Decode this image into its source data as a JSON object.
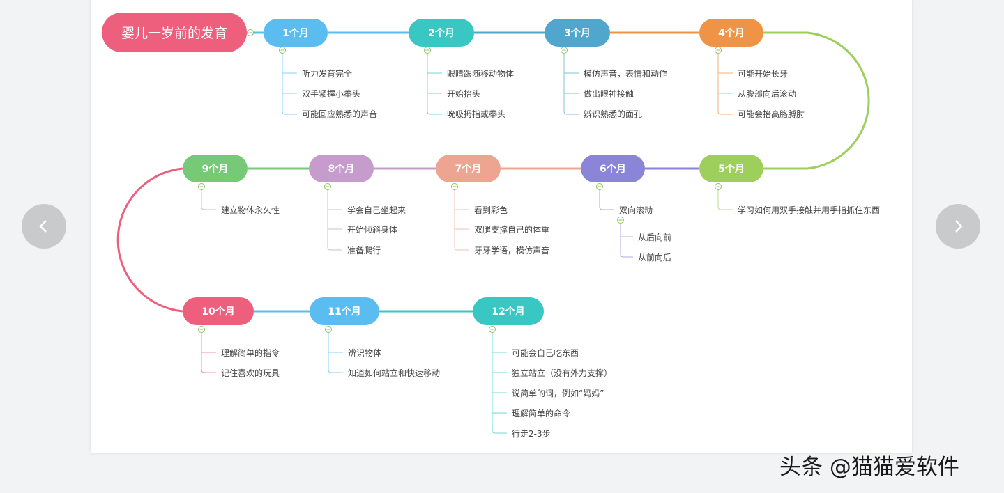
{
  "title": "婴儿一岁前的发育",
  "colors": {
    "title": "#ee5e7d"
  },
  "months": [
    {
      "label": "1个月",
      "color": "#5bbcf0",
      "items": [
        "听力发育完全",
        "双手紧握小拳头",
        "可能回应熟悉的声音"
      ]
    },
    {
      "label": "2个月",
      "color": "#38c7c2",
      "items": [
        "眼睛跟随移动物体",
        "开始抬头",
        "吮吸拇指或拳头"
      ]
    },
    {
      "label": "3个月",
      "color": "#50a6cc",
      "items": [
        "模仿声音，表情和动作",
        "做出眼神接触",
        "辨识熟悉的面孔"
      ]
    },
    {
      "label": "4个月",
      "color": "#ef9447",
      "items": [
        "可能开始长牙",
        "从腹部向后滚动",
        "可能会抬高胳膊肘"
      ]
    },
    {
      "label": "5个月",
      "color": "#9ecf5d",
      "items": [
        "学习如何用双手接触并用手指抓住东西"
      ]
    },
    {
      "label": "6个月",
      "color": "#8a85d8",
      "items": [
        "双向滚动"
      ],
      "subitems": [
        "从后向前",
        "从前向后"
      ]
    },
    {
      "label": "7个月",
      "color": "#eda592",
      "items": [
        "看到彩色",
        "双腿支撑自己的体重",
        "牙牙学语，模仿声音"
      ]
    },
    {
      "label": "8个月",
      "color": "#c59ccb",
      "items": [
        "学会自己坐起来",
        "开始倾斜身体",
        "准备爬行"
      ]
    },
    {
      "label": "9个月",
      "color": "#76c977",
      "items": [
        "建立物体永久性"
      ]
    },
    {
      "label": "10个月",
      "color": "#ee5e7d",
      "items": [
        "理解简单的指令",
        "记住喜欢的玩具"
      ]
    },
    {
      "label": "11个月",
      "color": "#5bbcf0",
      "items": [
        "辨识物体",
        "知道如何站立和快速移动"
      ]
    },
    {
      "label": "12个月",
      "color": "#38c7c2",
      "items": [
        "可能会自己吃东西",
        "独立站立（没有外力支撑）",
        "说简单的词，例如“妈妈”",
        "理解简单的命令",
        "行走2-3步"
      ]
    }
  ],
  "watermark": "头条 @猫猫爱软件"
}
